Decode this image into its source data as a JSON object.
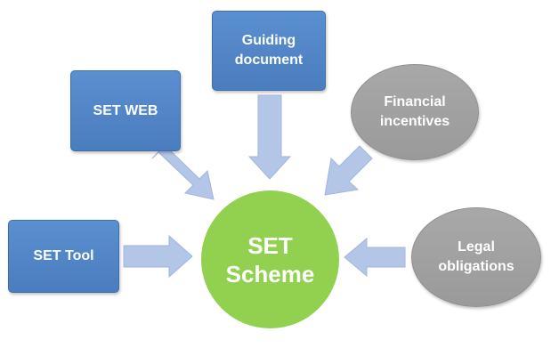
{
  "center": {
    "label": "SET\nScheme",
    "color": "#92d050"
  },
  "nodes": {
    "guiding_document": {
      "label": "Guiding\ndocument",
      "shape": "box",
      "color": "#4f81bd"
    },
    "set_web": {
      "label": "SET WEB",
      "shape": "box",
      "color": "#4f81bd"
    },
    "set_tool": {
      "label": "SET Tool",
      "shape": "box",
      "color": "#4f81bd"
    },
    "financial_incentives": {
      "label": "Financial\nincentives",
      "shape": "ellipse",
      "color": "#a5a5a5"
    },
    "legal_obligations": {
      "label": "Legal\nobligations",
      "shape": "ellipse",
      "color": "#a5a5a5"
    }
  },
  "arrow_color": "#b4c6e7"
}
